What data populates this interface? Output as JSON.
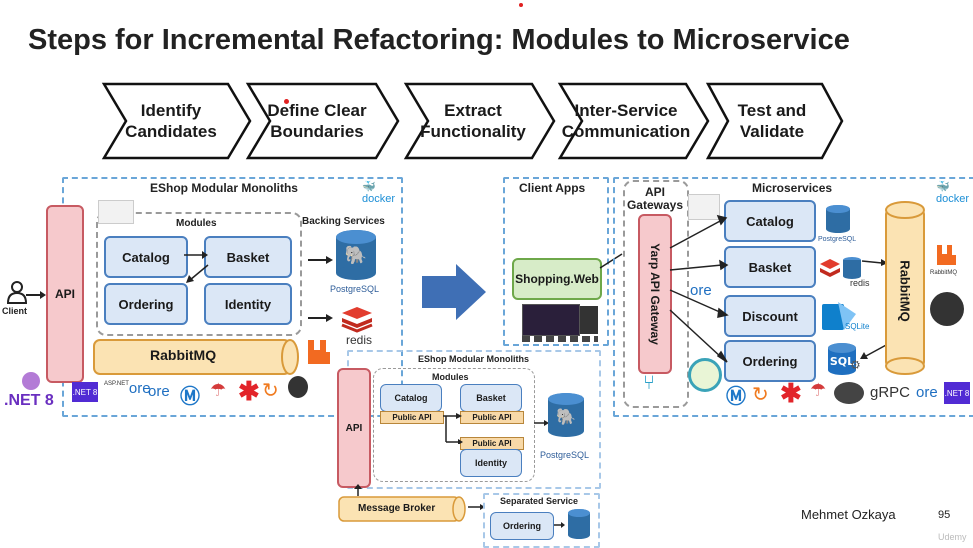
{
  "title": "Steps for Incremental Refactoring: Modules to Microservice",
  "steps": [
    {
      "line1": "Identify",
      "line2": "Candidates"
    },
    {
      "line1": "Define Clear",
      "line2": "Boundaries"
    },
    {
      "line1": "Extract",
      "line2": "Functionality"
    },
    {
      "line1": "Inter-Service",
      "line2": "Communication"
    },
    {
      "line1": "Test and",
      "line2": "Validate"
    }
  ],
  "left": {
    "title": "EShop Modular Monoliths",
    "client": "Client",
    "api": "API",
    "modules_title": "Modules",
    "modules": [
      "Catalog",
      "Basket",
      "Ordering",
      "Identity"
    ],
    "backing_title": "Backing Services",
    "postgres": "PostgreSQL",
    "redis": "redis",
    "rabbitmq": "RabbitMQ",
    "docker": "docker",
    "net8": ".NET 8",
    "net8_badge": ".NET 8",
    "aspnet": "ASP.NET",
    "core": "ore"
  },
  "bottom": {
    "title": "EShop Modular Monoliths",
    "modules_title": "Modules",
    "api": "API",
    "catalog": "Catalog",
    "basket": "Basket",
    "identity": "Identity",
    "public_api": "Public API",
    "postgres": "PostgreSQL",
    "broker": "Message Broker",
    "separated_title": "Separated Service",
    "ordering": "Ordering"
  },
  "client_apps": {
    "title": "Client Apps",
    "shopping": "Shopping.Web"
  },
  "gateway": {
    "title_line1": "API",
    "title_line2": "Gateways",
    "yarp": "Yarp API Gateway"
  },
  "microservices": {
    "title": "Microservices",
    "services": [
      "Catalog",
      "Basket",
      "Discount",
      "Ordering"
    ],
    "postgres": "PostgreSQL",
    "redis": "redis",
    "sqlite": "SQLite",
    "sql": "SQL",
    "rabbitmq": "RabbitMQ",
    "docker": "docker",
    "grpc": "gRPC",
    "net8_badge": ".NET 8",
    "core": "ore",
    "rabbit_small": "RabbitMQ"
  },
  "footer": {
    "author": "Mehmet Ozkaya",
    "page": "95",
    "watermark": "Udemy"
  },
  "colors": {
    "dashed_border": "#6aa6d8",
    "module_fill": "#dbe7f6",
    "api_fill": "#f6c9cc",
    "rabbit_fill": "#fbe3b3",
    "shopping_fill": "#d7ecc8",
    "public_api_fill": "#f8d9a8",
    "arrow_blue": "#3f6fb5"
  }
}
